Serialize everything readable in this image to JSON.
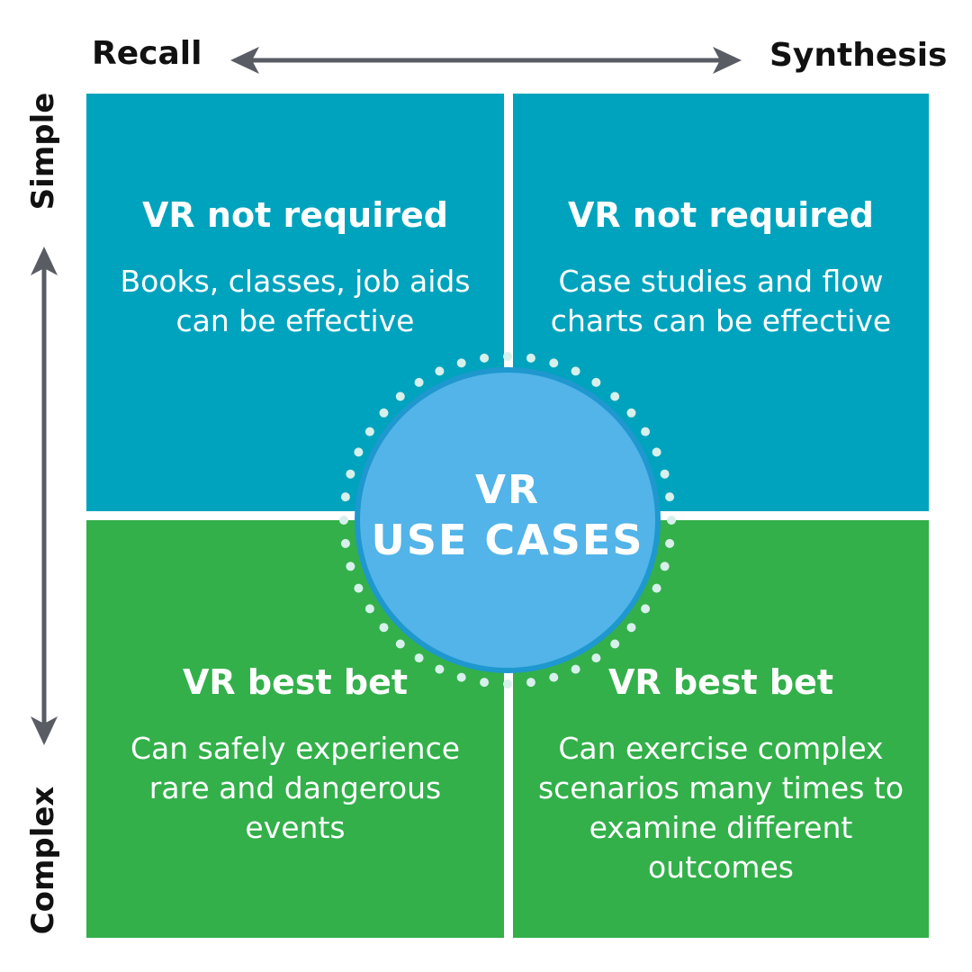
{
  "axes": {
    "left_label": "Recall",
    "right_label": "Synthesis",
    "top_label": "Simple",
    "bottom_label": "Complex"
  },
  "quadrants": {
    "top_left": {
      "title": "VR not required",
      "body": "Books, classes, job aids can be effective"
    },
    "top_right": {
      "title": "VR not required",
      "body": "Case studies and flow charts can be effective"
    },
    "bottom_left": {
      "title": "VR best bet",
      "body": "Can safely experience rare and dangerous events"
    },
    "bottom_right": {
      "title": "VR best bet",
      "body": "Can exercise complex scenarios many times to examine different outcomes"
    }
  },
  "center": {
    "line1": "VR",
    "line2": "USE CASES"
  },
  "colors": {
    "top_quadrants": "#00a3bd",
    "bottom_quadrants": "#33b04a",
    "center_circle": "#52b4e8",
    "arrows": "#595c63",
    "text_on_tiles": "#ffffff"
  },
  "icons": {
    "horizontal_arrow": "double-headed-arrow-horizontal",
    "vertical_arrow": "double-headed-arrow-vertical"
  }
}
